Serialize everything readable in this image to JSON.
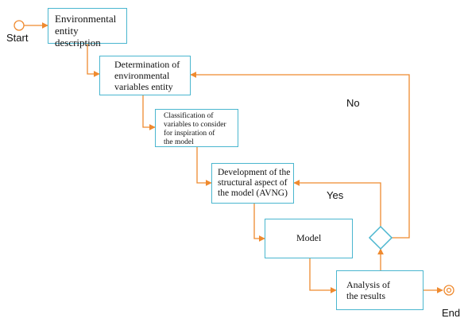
{
  "colors": {
    "box_border": "#4ab6cf",
    "connector": "#ef8a2f",
    "text": "#111111"
  },
  "start_label": "Start",
  "end_label": "End",
  "steps": {
    "entity_description": "Environmental\nentity description",
    "determination": "Determination of\nenvironmental\nvariables entity",
    "classification": "Classification of\nvariables to consider\nfor inspiration of\nthe model",
    "development": "Development of the\nstructural aspect of\nthe model (AVNG)",
    "model": "Model",
    "analysis": "Analysis of\nthe results"
  },
  "decision": {
    "no_label": "No",
    "yes_label": "Yes"
  }
}
